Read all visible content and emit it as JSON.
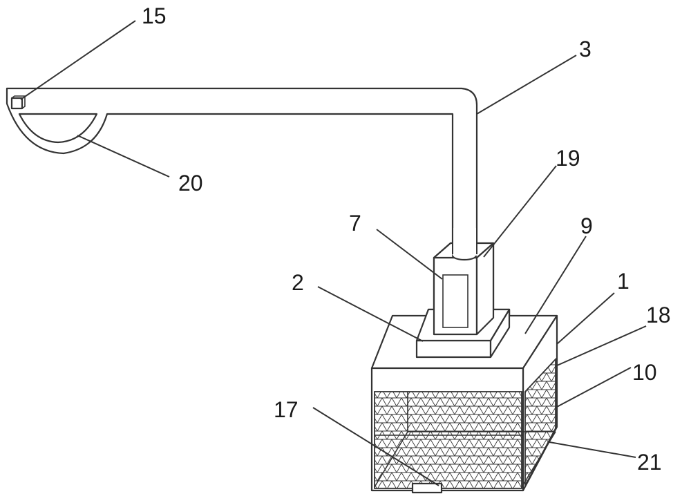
{
  "labels": {
    "l15": "15",
    "l3": "3",
    "l20": "20",
    "l19": "19",
    "l7": "7",
    "l9": "9",
    "l2": "2",
    "l1": "1",
    "l18": "18",
    "l10": "10",
    "l17": "17",
    "l21": "21"
  },
  "colors": {
    "stroke": "#333333",
    "background": "#ffffff",
    "mesh": "#333333"
  }
}
